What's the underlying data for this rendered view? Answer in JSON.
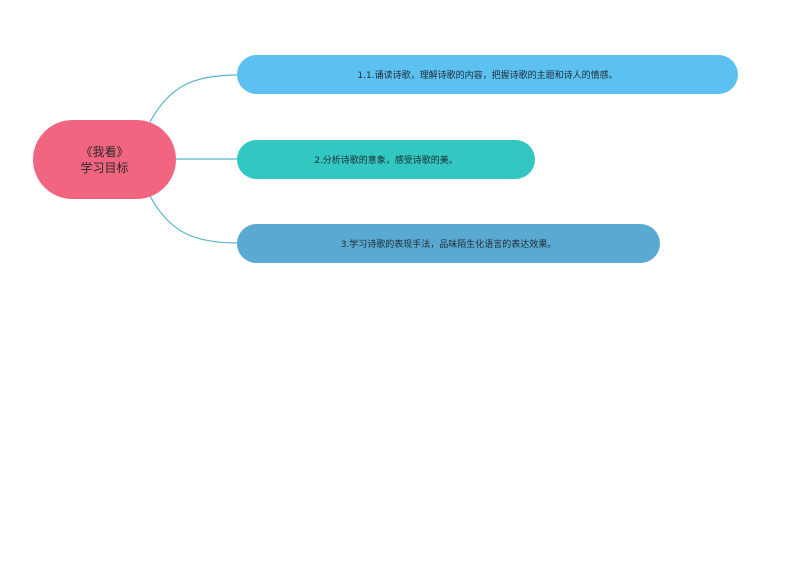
{
  "root": {
    "line1": "《我看》",
    "line2": "学习目标",
    "color": "#f26580"
  },
  "branches": [
    {
      "text": "1.1.诵读诗歌，理解诗歌的内容，把握诗歌的主题和诗人的情感。",
      "color": "#5cc1f1"
    },
    {
      "text": "2.分析诗歌的意象，感受诗歌的美。",
      "color": "#32c7c0"
    },
    {
      "text": "3.学习诗歌的表现手法，品味陌生化语言的表达效果。",
      "color": "#5aa9d1"
    }
  ],
  "connector_color": "#5ab4cc"
}
